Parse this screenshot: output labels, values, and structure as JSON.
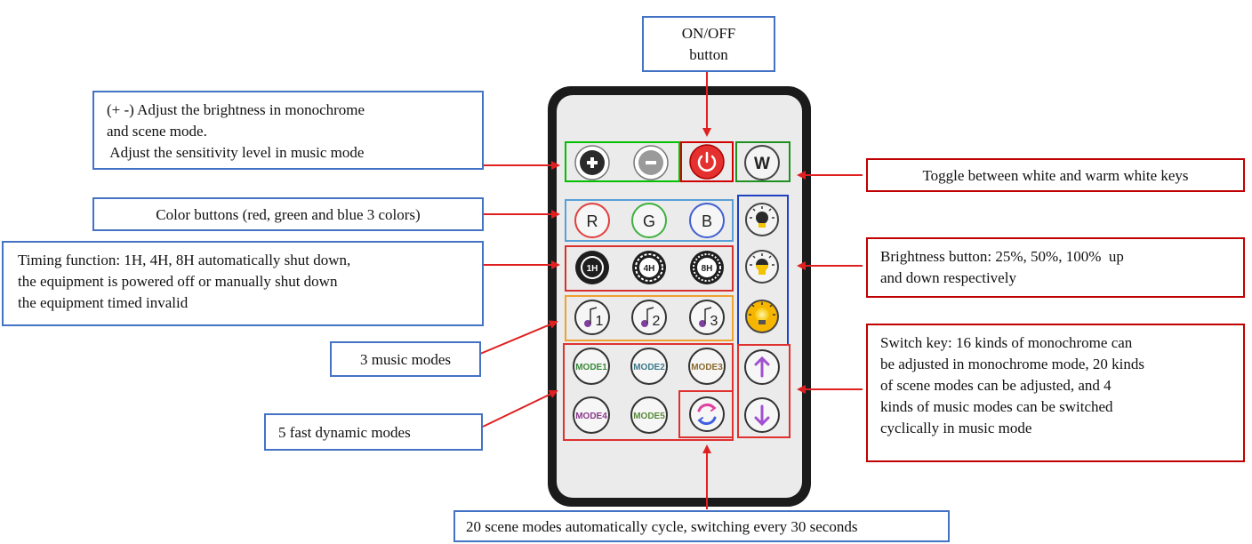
{
  "callouts": {
    "onoff": [
      "ON/OFF",
      "button"
    ],
    "brightness_adjust": [
      "(+ -) Adjust the brightness  in monochrome",
      "and scene mode.",
      " Adjust the sensitivity level in music mode"
    ],
    "color_buttons": "Color buttons (red, green and blue 3 colors)",
    "timing": [
      "Timing function: 1H, 4H, 8H automatically shut down,",
      "the equipment is powered off or manually shut down",
      "the equipment timed invalid"
    ],
    "music_modes": "3 music modes",
    "fast_dynamic": "5 fast dynamic modes",
    "white_toggle": "Toggle between white and warm white keys",
    "brightness_button": [
      "Brightness button: 25%, 50%, 100%  up",
      "and down respectively"
    ],
    "switch_key": [
      "Switch key: 16 kinds of monochrome can",
      "be adjusted in monochrome mode, 20 kinds",
      "of scene modes can be adjusted, and 4",
      "kinds of music modes can be switched",
      "cyclically in music mode"
    ],
    "scene_cycle": "20 scene modes automatically cycle, switching every 30 seconds"
  },
  "remote": {
    "plus_icon": "plus-icon",
    "minus_icon": "minus-icon",
    "power_icon": "power-icon",
    "w_label": "W",
    "r_label": "R",
    "g_label": "G",
    "b_label": "B",
    "timers": [
      "1H",
      "4H",
      "8H"
    ],
    "music": [
      "1",
      "2",
      "3"
    ],
    "modes": [
      "MODE1",
      "MODE2",
      "MODE3",
      "MODE4",
      "MODE5"
    ]
  },
  "colors": {
    "blue_box": "#4472c4",
    "red_box": "#c00000",
    "green_box": "#00c000",
    "orange_box": "#f0a030",
    "arrow": "#e02020"
  }
}
